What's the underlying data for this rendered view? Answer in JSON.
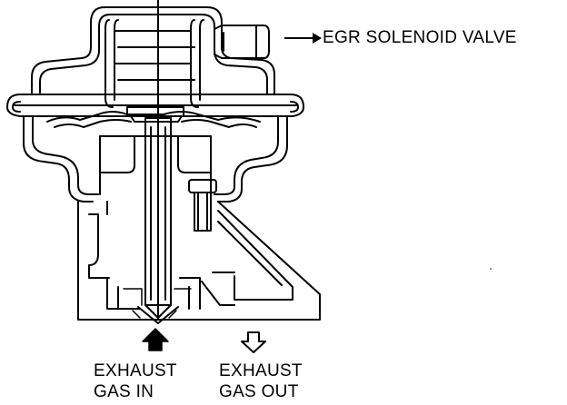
{
  "labels": {
    "solenoid": "EGR SOLENOID VALVE",
    "gas_in_line1": "EXHAUST",
    "gas_in_line2": "GAS IN",
    "gas_out_line1": "EXHAUST",
    "gas_out_line2": "GAS OUT"
  },
  "colors": {
    "ink": "#000000",
    "background": "#ffffff"
  },
  "icons": {
    "gas_in": "solid-up-arrow-icon",
    "gas_out": "outline-down-arrow-icon",
    "solenoid_pointer": "right-arrow-icon"
  }
}
